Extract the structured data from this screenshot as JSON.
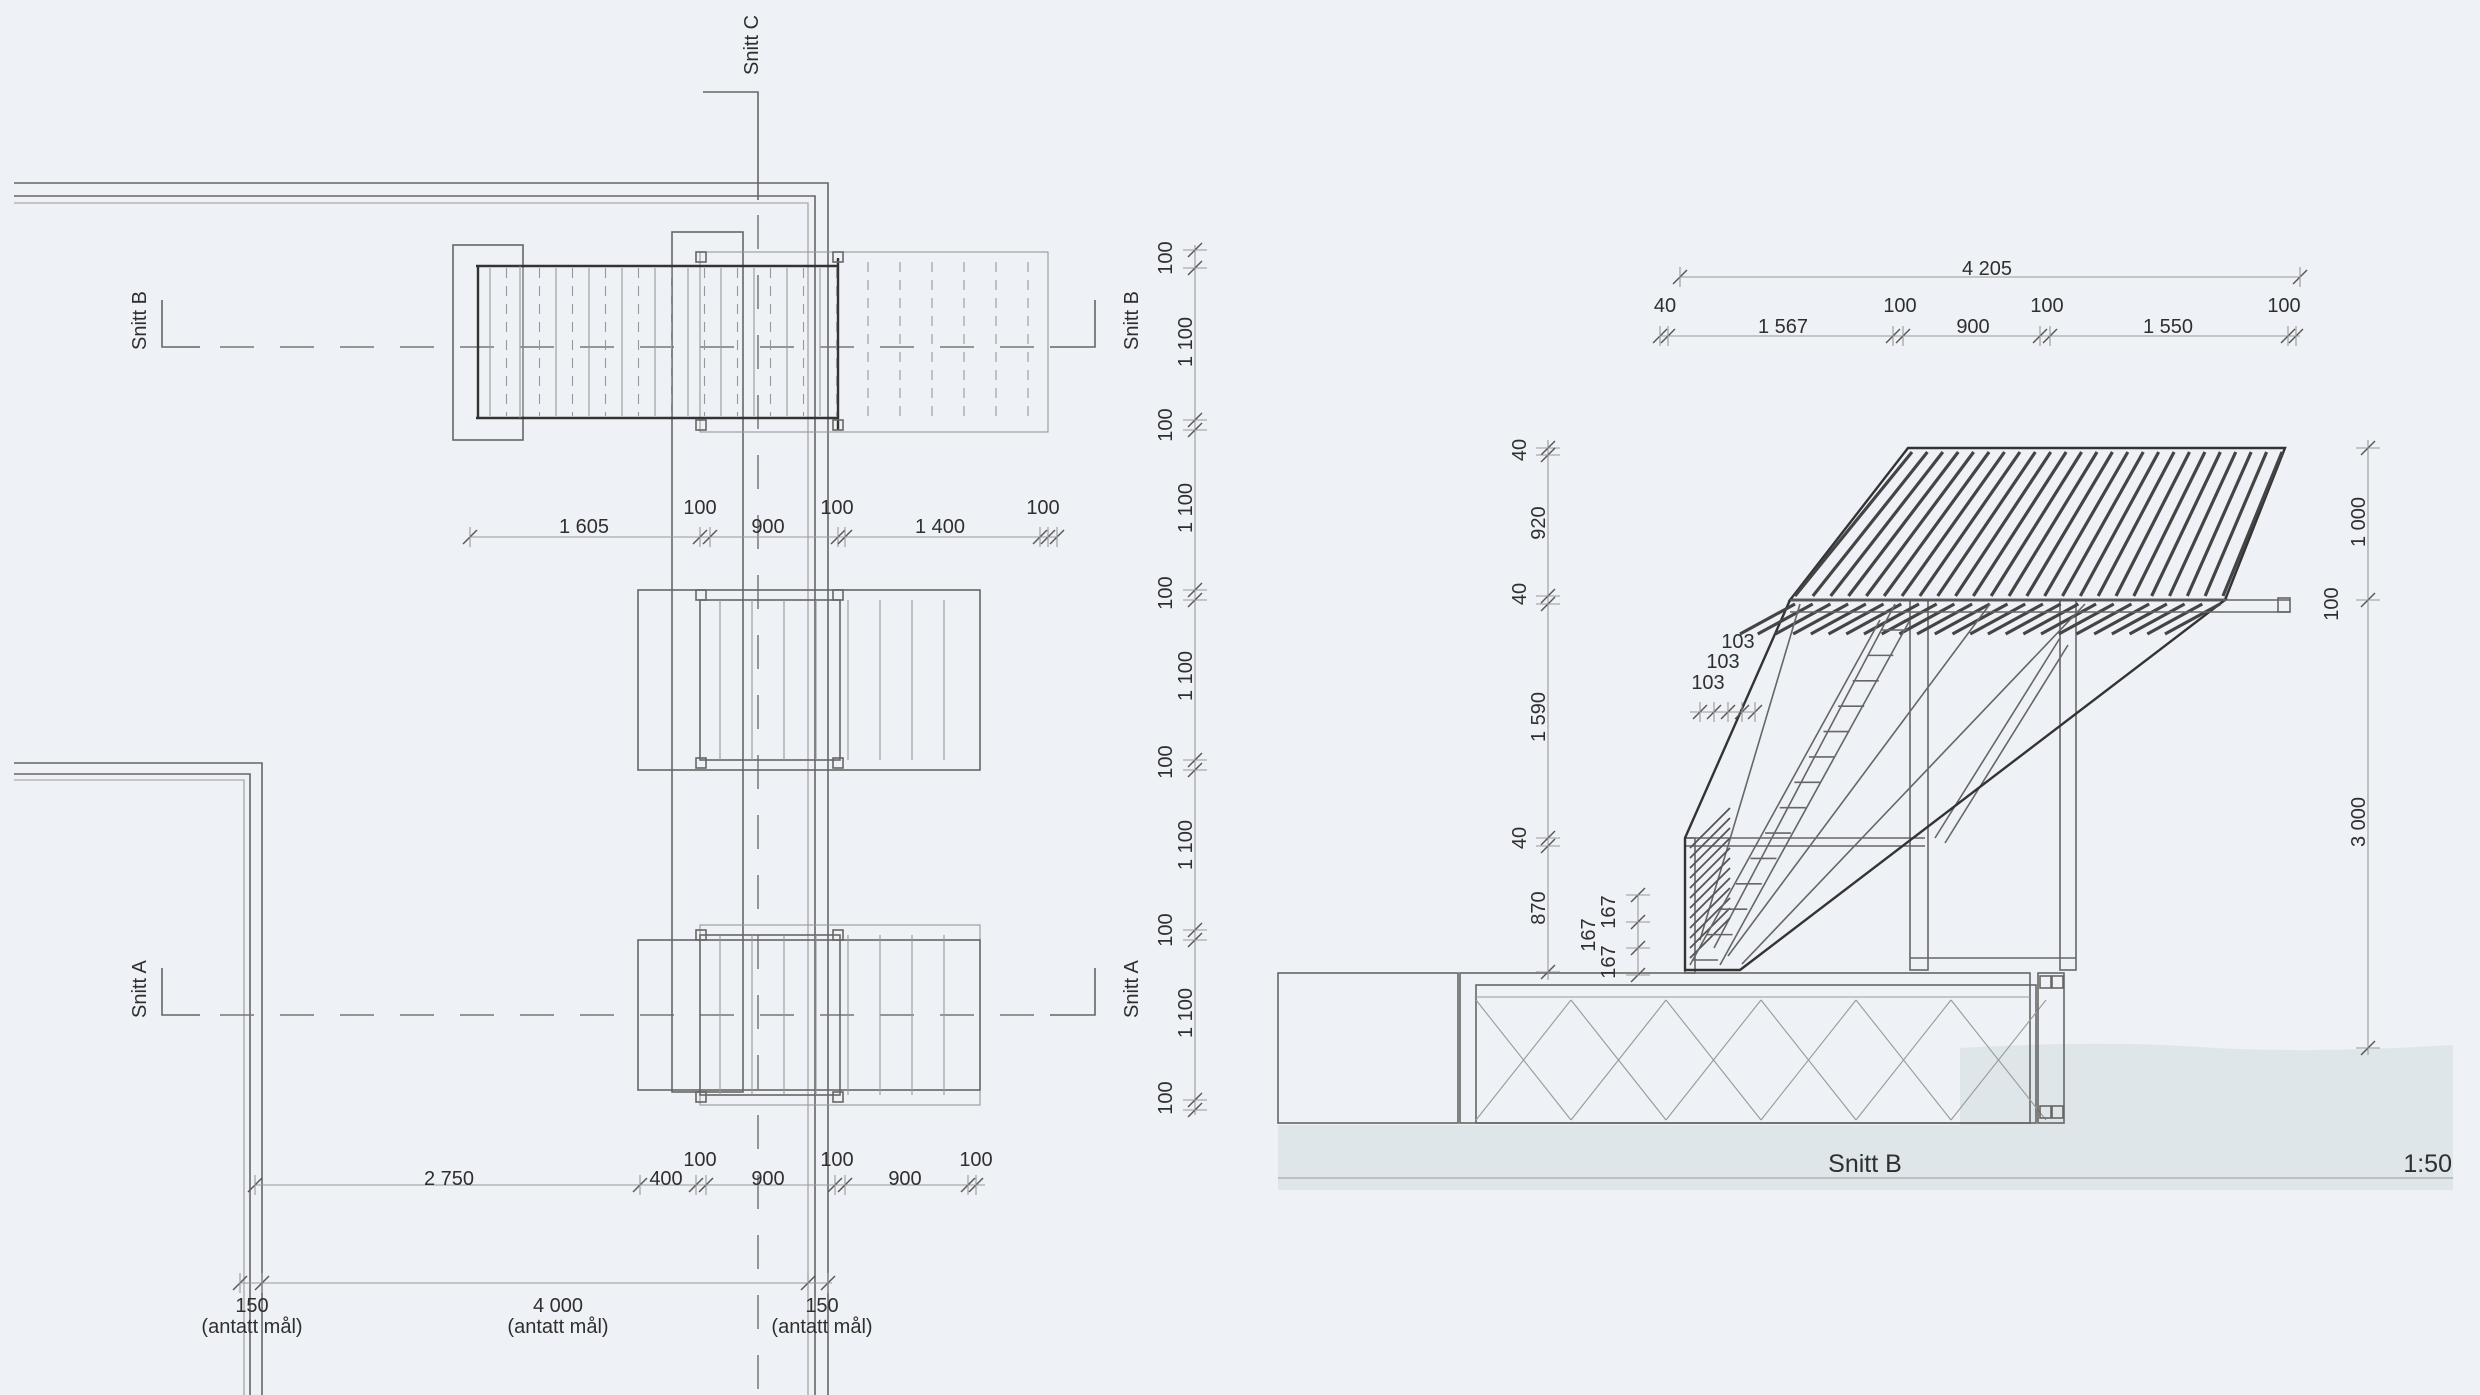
{
  "plan": {
    "section_labels": {
      "snitt_c": "Snitt C",
      "snitt_b_left": "Snitt B",
      "snitt_b_right": "Snitt B",
      "snitt_a_left": "Snitt A",
      "snitt_a_right": "Snitt A"
    },
    "dims_upper": [
      "1 605",
      "100",
      "900",
      "100",
      "1 400",
      "100"
    ],
    "dims_lower_row1": [
      "2 750",
      "400",
      "100",
      "900",
      "100",
      "900",
      "100"
    ],
    "dims_lower_row2": [
      "150",
      "4 000",
      "150"
    ],
    "dims_lower_sub": [
      "(antatt mål)",
      "(antatt mål)",
      "(antatt mål)"
    ],
    "dims_vertical": [
      "100",
      "1 100",
      "100",
      "1 100",
      "100",
      "1 100",
      "100",
      "1 100",
      "100",
      "1 100",
      "100"
    ]
  },
  "section": {
    "title": "Snitt B",
    "scale": "1:50",
    "dims_top_total": "4 205",
    "dims_top_small": [
      "40",
      "100",
      "100",
      "100"
    ],
    "dims_top_main": [
      "1 567",
      "900",
      "1 550"
    ],
    "dims_left": [
      "40",
      "920",
      "40",
      "1 590",
      "40",
      "870"
    ],
    "dims_step": [
      "167",
      "167"
    ],
    "dims_slats": [
      "103",
      "103",
      "103"
    ],
    "dims_right": [
      "1 000",
      "100",
      "3 000"
    ]
  }
}
